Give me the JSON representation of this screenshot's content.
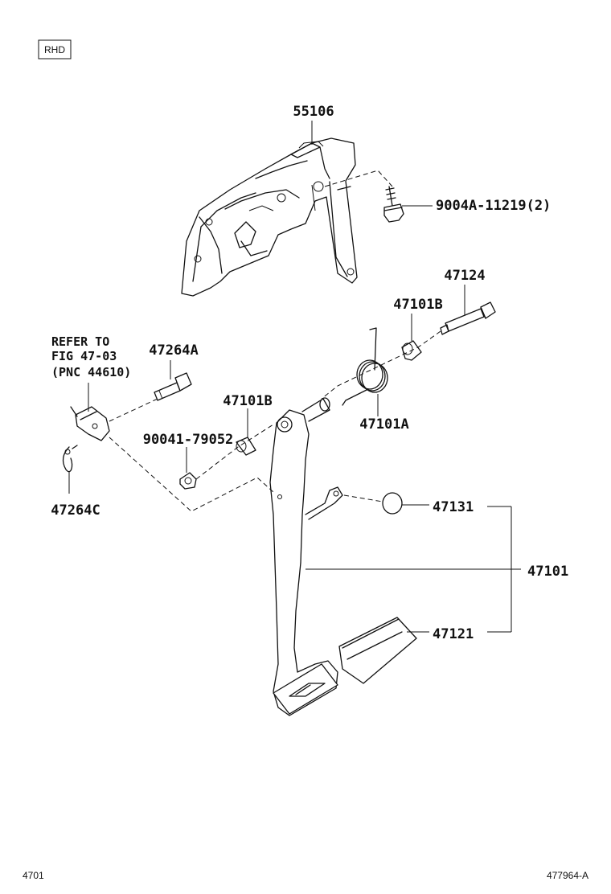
{
  "badge": "RHD",
  "labels": {
    "p55106": "55106",
    "p9004a": "9004A-11219(2)",
    "p47124": "47124",
    "p47101b_top": "47101B",
    "refer_line1": "REFER TO",
    "refer_line2": "FIG 47-03",
    "refer_line3": "(PNC 44610)",
    "p47264a": "47264A",
    "p47101b_mid": "47101B",
    "p47101a": "47101A",
    "p90041": "90041-79052",
    "p47264c": "47264C",
    "p47131": "47131",
    "p47101": "47101",
    "p47121": "47121"
  },
  "footer": {
    "left": "4701",
    "right": "477964-A"
  }
}
